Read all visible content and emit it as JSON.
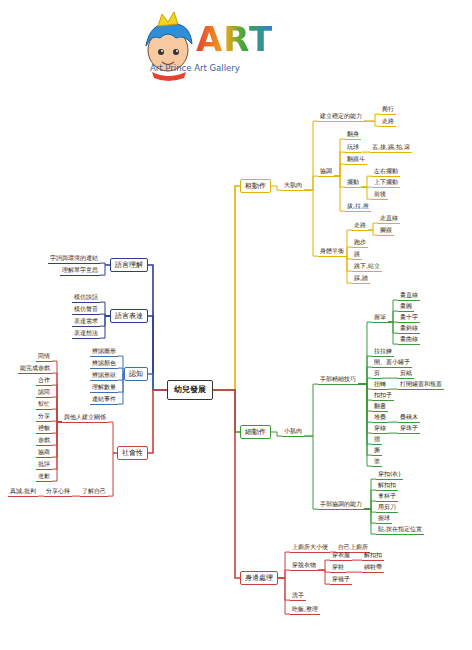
{
  "diagram": {
    "nodes": [
      {
        "text": [
          "幼兒發展"
        ]
      },
      {
        "text": [
          "語言理解"
        ]
      },
      {
        "text": [
          "字詞與環境的連結"
        ]
      },
      {
        "text": [
          "理解單字意思"
        ]
      },
      {
        "text": [
          "語言表達"
        ]
      },
      {
        "text": [
          "模仿說話"
        ]
      },
      {
        "text": [
          "模仿聲音"
        ]
      },
      {
        "text": [
          "表達需求"
        ]
      },
      {
        "text": [
          "表達想法"
        ]
      },
      {
        "text": [
          "認知"
        ]
      },
      {
        "text": [
          "辨認圖形"
        ]
      },
      {
        "text": [
          "辨認顏色"
        ]
      },
      {
        "text": [
          "辨認形狀"
        ]
      },
      {
        "text": [
          "理解數量"
        ]
      },
      {
        "text": [
          "連結事件"
        ]
      },
      {
        "text": [
          "社會性"
        ]
      },
      {
        "text": [
          "與他人建立關係"
        ]
      },
      {
        "text": [
          "同情"
        ]
      },
      {
        "text": [
          "能完成遊戲"
        ]
      },
      {
        "text": [
          "合作"
        ]
      },
      {
        "text": [
          "認同"
        ]
      },
      {
        "text": [
          "幫忙"
        ]
      },
      {
        "text": [
          "分享"
        ]
      },
      {
        "text": [
          "禮貌"
        ]
      },
      {
        "text": [
          "遊戲"
        ]
      },
      {
        "text": [
          "協商"
        ]
      },
      {
        "text": [
          "批評"
        ]
      },
      {
        "text": [
          "道歉"
        ]
      },
      {
        "text": [
          "了解自己"
        ]
      },
      {
        "text": [
          "分享心得"
        ]
      },
      {
        "text": [
          "真誠,批判"
        ]
      },
      {
        "text": [
          "粗動作"
        ]
      },
      {
        "text": [
          "大肌肉"
        ]
      },
      {
        "text": [
          "建立穩定的能力"
        ]
      },
      {
        "text": [
          "爬行"
        ]
      },
      {
        "text": [
          "走路"
        ]
      },
      {
        "text": [
          "協調"
        ]
      },
      {
        "text": [
          "翻身"
        ]
      },
      {
        "text": [
          "玩球"
        ]
      },
      {
        "text": [
          "丟,接,踢,拍,滾"
        ]
      },
      {
        "text": [
          "翻跟斗"
        ]
      },
      {
        "text": [
          "擺動"
        ]
      },
      {
        "text": [
          "左右擺動"
        ]
      },
      {
        "text": [
          "上下擺動"
        ]
      },
      {
        "text": [
          "前後"
        ]
      },
      {
        "text": [
          "拔,拉,推"
        ]
      },
      {
        "text": [
          "身體平衡"
        ]
      },
      {
        "text": [
          "走路"
        ]
      },
      {
        "text": [
          "走直線"
        ]
      },
      {
        "text": [
          "腳跟"
        ]
      },
      {
        "text": [
          "跑步"
        ]
      },
      {
        "text": [
          "跳"
        ]
      },
      {
        "text": [
          "跳下,站立"
        ]
      },
      {
        "text": [
          "踩,踏"
        ]
      },
      {
        "text": [
          "細動作"
        ]
      },
      {
        "text": [
          "小肌肉"
        ]
      },
      {
        "text": [
          "手部精細技巧"
        ]
      },
      {
        "text": [
          "握筆"
        ]
      },
      {
        "text": [
          "畫直線"
        ]
      },
      {
        "text": [
          "畫圓"
        ]
      },
      {
        "text": [
          "畫十字"
        ]
      },
      {
        "text": [
          "畫斜線"
        ]
      },
      {
        "text": [
          "畫曲線"
        ]
      },
      {
        "text": [
          "拉拉鍊"
        ]
      },
      {
        "text": [
          "開、蓋小罐子"
        ]
      },
      {
        "text": [
          "剪"
        ]
      },
      {
        "text": [
          "剪紙"
        ]
      },
      {
        "text": [
          "扭轉"
        ]
      },
      {
        "text": [
          "打開罐蓋和瓶蓋"
        ]
      },
      {
        "text": [
          "扣扣子"
        ]
      },
      {
        "text": [
          "翻書"
        ]
      },
      {
        "text": [
          "堆疊"
        ]
      },
      {
        "text": [
          "疊積木"
        ]
      },
      {
        "text": [
          "穿線"
        ]
      },
      {
        "text": [
          "穿珠子"
        ]
      },
      {
        "text": [
          "摺"
        ]
      },
      {
        "text": [
          "撕"
        ]
      },
      {
        "text": [
          "塗"
        ]
      },
      {
        "text": [
          "手部協調的能力"
        ]
      },
      {
        "text": [
          "穿扣(衣)"
        ]
      },
      {
        "text": [
          "解扣扣"
        ]
      },
      {
        "text": [
          "拿杯子"
        ]
      },
      {
        "text": [
          "用剪刀"
        ]
      },
      {
        "text": [
          "握球"
        ]
      },
      {
        "text": [
          "貼,按在指定位置"
        ]
      },
      {
        "text": [
          "身邊處理"
        ]
      },
      {
        "text": [
          "上廁所大小便"
        ]
      },
      {
        "text": [
          "自己上廁所"
        ]
      },
      {
        "text": [
          "穿脫衣物"
        ]
      },
      {
        "text": [
          "穿衣服"
        ]
      },
      {
        "text": [
          "解扣扣"
        ]
      },
      {
        "text": [
          "穿鞋"
        ]
      },
      {
        "text": [
          "綁鞋帶"
        ]
      },
      {
        "text": [
          "穿襪子"
        ]
      },
      {
        "text": [
          "洗手"
        ]
      },
      {
        "text": [
          "吃飯,整理"
        ]
      }
    ],
    "edges": [
      {
        "from": 0,
        "to": 1,
        "arrow": "none"
      },
      {
        "from": 1,
        "to": 2,
        "arrow": "none"
      },
      {
        "from": 1,
        "to": 3,
        "arrow": "none"
      },
      {
        "from": 0,
        "to": 4,
        "arrow": "none"
      },
      {
        "from": 4,
        "to": 5,
        "arrow": "none"
      },
      {
        "from": 4,
        "to": 6,
        "arrow": "none"
      },
      {
        "from": 4,
        "to": 7,
        "arrow": "none"
      },
      {
        "from": 4,
        "to": 8,
        "arrow": "none"
      },
      {
        "from": 0,
        "to": 9,
        "arrow": "none"
      },
      {
        "from": 9,
        "to": 10,
        "arrow": "none"
      },
      {
        "from": 9,
        "to": 11,
        "arrow": "none"
      },
      {
        "from": 9,
        "to": 12,
        "arrow": "none"
      },
      {
        "from": 9,
        "to": 13,
        "arrow": "none"
      },
      {
        "from": 9,
        "to": 14,
        "arrow": "none"
      },
      {
        "from": 0,
        "to": 15,
        "arrow": "none"
      },
      {
        "from": 15,
        "to": 16,
        "arrow": "none"
      },
      {
        "from": 16,
        "to": 17,
        "arrow": "none"
      },
      {
        "from": 16,
        "to": 18,
        "arrow": "none"
      },
      {
        "from": 16,
        "to": 19,
        "arrow": "none"
      },
      {
        "from": 16,
        "to": 20,
        "arrow": "none"
      },
      {
        "from": 16,
        "to": 21,
        "arrow": "none"
      },
      {
        "from": 16,
        "to": 22,
        "arrow": "none"
      },
      {
        "from": 16,
        "to": 23,
        "arrow": "none"
      },
      {
        "from": 16,
        "to": 24,
        "arrow": "none"
      },
      {
        "from": 16,
        "to": 25,
        "arrow": "none"
      },
      {
        "from": 16,
        "to": 26,
        "arrow": "none"
      },
      {
        "from": 16,
        "to": 27,
        "arrow": "none"
      },
      {
        "from": 15,
        "to": 28,
        "arrow": "none"
      },
      {
        "from": 28,
        "to": 29,
        "arrow": "none"
      },
      {
        "from": 29,
        "to": 30,
        "arrow": "none"
      },
      {
        "from": 0,
        "to": 31,
        "arrow": "none"
      },
      {
        "from": 31,
        "to": 32,
        "arrow": "none"
      },
      {
        "from": 32,
        "to": 33,
        "arrow": "none"
      },
      {
        "from": 33,
        "to": 34,
        "arrow": "none"
      },
      {
        "from": 33,
        "to": 35,
        "arrow": "none"
      },
      {
        "from": 32,
        "to": 36,
        "arrow": "none"
      },
      {
        "from": 36,
        "to": 37,
        "arrow": "none"
      },
      {
        "from": 36,
        "to": 38,
        "arrow": "none"
      },
      {
        "from": 38,
        "to": 39,
        "arrow": "none"
      },
      {
        "from": 36,
        "to": 40,
        "arrow": "none"
      },
      {
        "from": 36,
        "to": 41,
        "arrow": "none"
      },
      {
        "from": 41,
        "to": 42,
        "arrow": "none"
      },
      {
        "from": 41,
        "to": 43,
        "arrow": "none"
      },
      {
        "from": 41,
        "to": 44,
        "arrow": "none"
      },
      {
        "from": 36,
        "to": 45,
        "arrow": "none"
      },
      {
        "from": 32,
        "to": 46,
        "arrow": "none"
      },
      {
        "from": 46,
        "to": 47,
        "arrow": "none"
      },
      {
        "from": 47,
        "to": 48,
        "arrow": "none"
      },
      {
        "from": 47,
        "to": 49,
        "arrow": "none"
      },
      {
        "from": 46,
        "to": 50,
        "arrow": "none"
      },
      {
        "from": 46,
        "to": 51,
        "arrow": "none"
      },
      {
        "from": 46,
        "to": 52,
        "arrow": "none"
      },
      {
        "from": 46,
        "to": 53,
        "arrow": "none"
      },
      {
        "from": 0,
        "to": 54,
        "arrow": "none"
      },
      {
        "from": 54,
        "to": 55,
        "arrow": "none"
      },
      {
        "from": 55,
        "to": 56,
        "arrow": "none"
      },
      {
        "from": 56,
        "to": 57,
        "arrow": "none"
      },
      {
        "from": 57,
        "to": 58,
        "arrow": "none"
      },
      {
        "from": 57,
        "to": 59,
        "arrow": "none"
      },
      {
        "from": 57,
        "to": 60,
        "arrow": "none"
      },
      {
        "from": 57,
        "to": 61,
        "arrow": "none"
      },
      {
        "from": 57,
        "to": 62,
        "arrow": "none"
      },
      {
        "from": 56,
        "to": 63,
        "arrow": "none"
      },
      {
        "from": 56,
        "to": 64,
        "arrow": "none"
      },
      {
        "from": 56,
        "to": 65,
        "arrow": "none"
      },
      {
        "from": 65,
        "to": 66,
        "arrow": "none"
      },
      {
        "from": 56,
        "to": 67,
        "arrow": "none"
      },
      {
        "from": 67,
        "to": 68,
        "arrow": "none"
      },
      {
        "from": 56,
        "to": 69,
        "arrow": "none"
      },
      {
        "from": 56,
        "to": 70,
        "arrow": "none"
      },
      {
        "from": 56,
        "to": 71,
        "arrow": "none"
      },
      {
        "from": 71,
        "to": 72,
        "arrow": "none"
      },
      {
        "from": 56,
        "to": 73,
        "arrow": "none"
      },
      {
        "from": 73,
        "to": 74,
        "arrow": "none"
      },
      {
        "from": 56,
        "to": 75,
        "arrow": "none"
      },
      {
        "from": 56,
        "to": 76,
        "arrow": "none"
      },
      {
        "from": 56,
        "to": 77,
        "arrow": "none"
      },
      {
        "from": 55,
        "to": 78,
        "arrow": "none"
      },
      {
        "from": 78,
        "to": 79,
        "arrow": "none"
      },
      {
        "from": 78,
        "to": 80,
        "arrow": "none"
      },
      {
        "from": 78,
        "to": 81,
        "arrow": "none"
      },
      {
        "from": 78,
        "to": 82,
        "arrow": "none"
      },
      {
        "from": 78,
        "to": 83,
        "arrow": "none"
      },
      {
        "from": 78,
        "to": 84,
        "arrow": "none"
      },
      {
        "from": 0,
        "to": 85,
        "arrow": "none"
      },
      {
        "from": 85,
        "to": 86,
        "arrow": "none"
      },
      {
        "from": 86,
        "to": 87,
        "arrow": "none"
      },
      {
        "from": 85,
        "to": 88,
        "arrow": "none"
      },
      {
        "from": 88,
        "to": 89,
        "arrow": "none"
      },
      {
        "from": 89,
        "to": 90,
        "arrow": "none"
      },
      {
        "from": 88,
        "to": 91,
        "arrow": "none"
      },
      {
        "from": 91,
        "to": 92,
        "arrow": "none"
      },
      {
        "from": 88,
        "to": 93,
        "arrow": "none"
      },
      {
        "from": 85,
        "to": 94,
        "arrow": "none"
      },
      {
        "from": 85,
        "to": 95,
        "arrow": "none"
      }
    ],
    "labels": [
      "ART",
      "Art Prince Art Gallery"
    ]
  }
}
